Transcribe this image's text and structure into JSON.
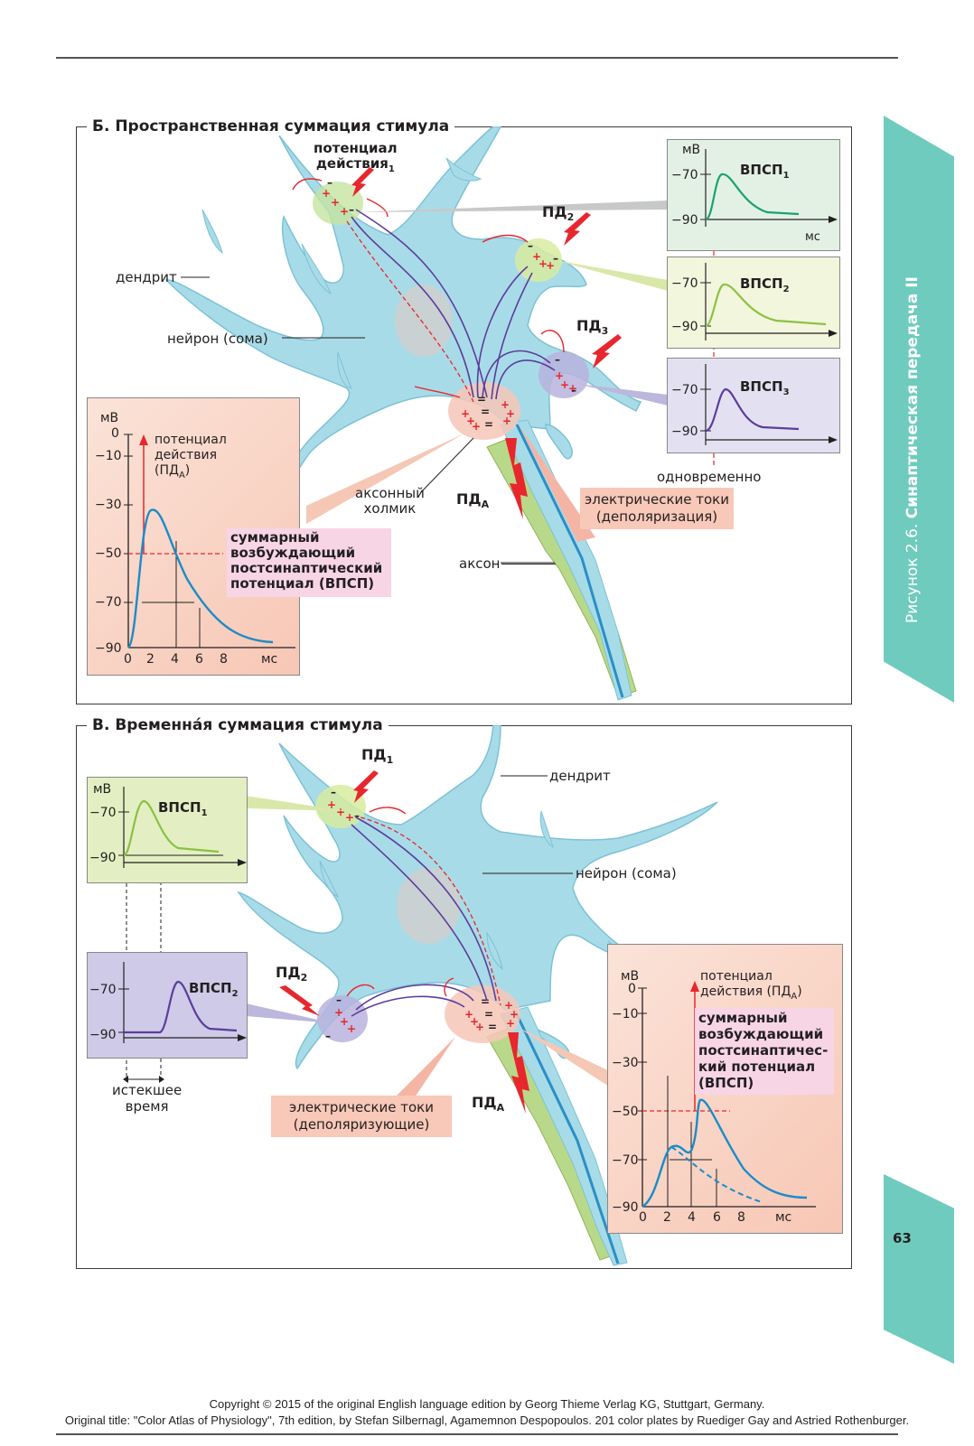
{
  "panel_b": {
    "title": "Б. Пространственная суммация стимула",
    "label_ap1_line1": "потенциал",
    "label_ap1_line2": "действия",
    "label_ap1_sub": "1",
    "label_pd2": "ПД",
    "label_pd2_sub": "2",
    "label_pd3": "ПД",
    "label_pd3_sub": "3",
    "label_dendrite": "дендрит",
    "label_soma": "нейрон (сома)",
    "label_hillock_line1": "аксонный",
    "label_hillock_line2": "холмик",
    "label_pda": "ПД",
    "label_pda_sub": "А",
    "label_currents_line1": "электрические токи",
    "label_currents_line2": "(деполяризация)",
    "label_axon": "аксон",
    "label_simultaneous": "одновременно",
    "mini_graphs": [
      {
        "unit": "мВ",
        "tick_top": "−70",
        "tick_bottom": "−90",
        "name": "ВПСП",
        "sub": "1",
        "xunit": "мс",
        "color": "#1aa36a"
      },
      {
        "tick_top": "−70",
        "tick_bottom": "−90",
        "name": "ВПСП",
        "sub": "2",
        "color": "#8cc142"
      },
      {
        "tick_top": "−70",
        "tick_bottom": "−90",
        "name": "ВПСП",
        "sub": "3",
        "color": "#5b3d9c"
      }
    ],
    "big_graph": {
      "unit": "мВ",
      "yticks": [
        "0",
        "−10",
        "−30",
        "−50",
        "−70",
        "−90"
      ],
      "xticks": [
        "0",
        "2",
        "4",
        "6",
        "8"
      ],
      "xunit": "мс",
      "ap_label_line1": "потенциал",
      "ap_label_line2": "действия",
      "ap_label_line3": "(ПД",
      "ap_label_sub": "А",
      "ap_label_end": ")",
      "epsp_line1": "суммарный",
      "epsp_line2": "возбуждающий",
      "epsp_line3": "постсинаптический",
      "epsp_line4": "потенциал (ВПСП)"
    }
  },
  "panel_v": {
    "title": "В. Временна́я суммация стимула",
    "label_pd1": "ПД",
    "label_pd1_sub": "1",
    "label_pd2": "ПД",
    "label_pd2_sub": "2",
    "label_dendrite": "дендрит",
    "label_soma": "нейрон (сома)",
    "label_pda": "ПД",
    "label_pda_sub": "А",
    "label_currents_line1": "электрические токи",
    "label_currents_line2": "(деполяризующие)",
    "label_elapsed_line1": "истекшее",
    "label_elapsed_line2": "время",
    "mini_graphs": [
      {
        "unit": "мВ",
        "tick_top": "−70",
        "tick_bottom": "−90",
        "name": "ВПСП",
        "sub": "1",
        "color": "#8cc142"
      },
      {
        "tick_top": "−70",
        "tick_bottom": "−90",
        "name": "ВПСП",
        "sub": "2",
        "color": "#5b3d9c"
      }
    ],
    "big_graph": {
      "unit": "мВ",
      "yticks": [
        "0",
        "−10",
        "−30",
        "−50",
        "−70",
        "−90"
      ],
      "xticks": [
        "0",
        "2",
        "4",
        "6",
        "8"
      ],
      "xunit": "мс",
      "ap_label_line1": "потенциал",
      "ap_label_line2": "действия (ПД",
      "ap_label_sub": "А",
      "ap_label_end": ")",
      "epsp_line1": "суммарный",
      "epsp_line2": "возбуждающий",
      "epsp_line3": "постсинаптичес-",
      "epsp_line4": "кий потенциал",
      "epsp_line5": "(ВПСП)"
    }
  },
  "sidebar": {
    "figure_prefix": "Рисунок 2.6. ",
    "figure_title": "Синаптическая передача II",
    "page_number": "63"
  },
  "footer": {
    "line1": "Copyright © 2015 of the original English language edition by Georg Thieme Verlag KG, Stuttgart, Germany.",
    "line2": "Original title: \"Color Atlas of Physiology\", 7th edition, by Stefan Silbernagl, Agamemnon Despopoulos. 201 color plates by Ruediger Gay and Astried Rothenburger."
  },
  "colors": {
    "neuron": "#a8dbe8",
    "axon_sheath": "#b9d98a",
    "accent_teal": "#6fcbbd",
    "red": "#e8262d",
    "violet": "#5b3d9c"
  }
}
